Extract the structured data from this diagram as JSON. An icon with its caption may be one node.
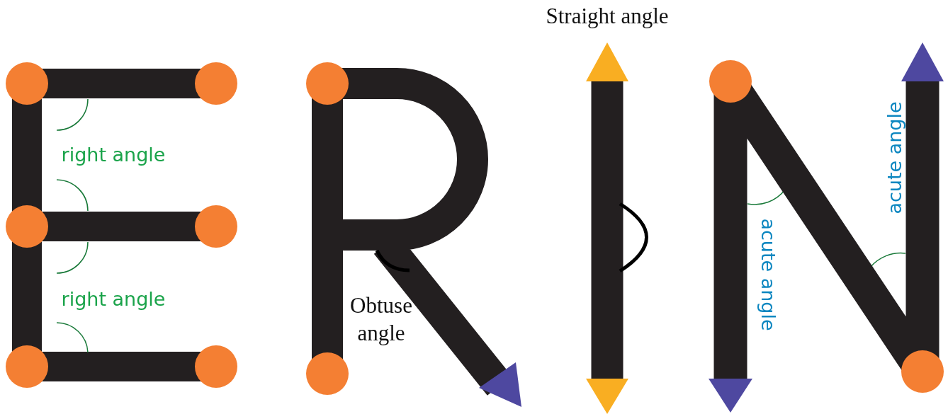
{
  "diagram": {
    "labels": [
      "Straight angle",
      "right angle",
      "right angle",
      "Obtuse angle",
      "acute angle",
      "acute angle"
    ]
  }
}
